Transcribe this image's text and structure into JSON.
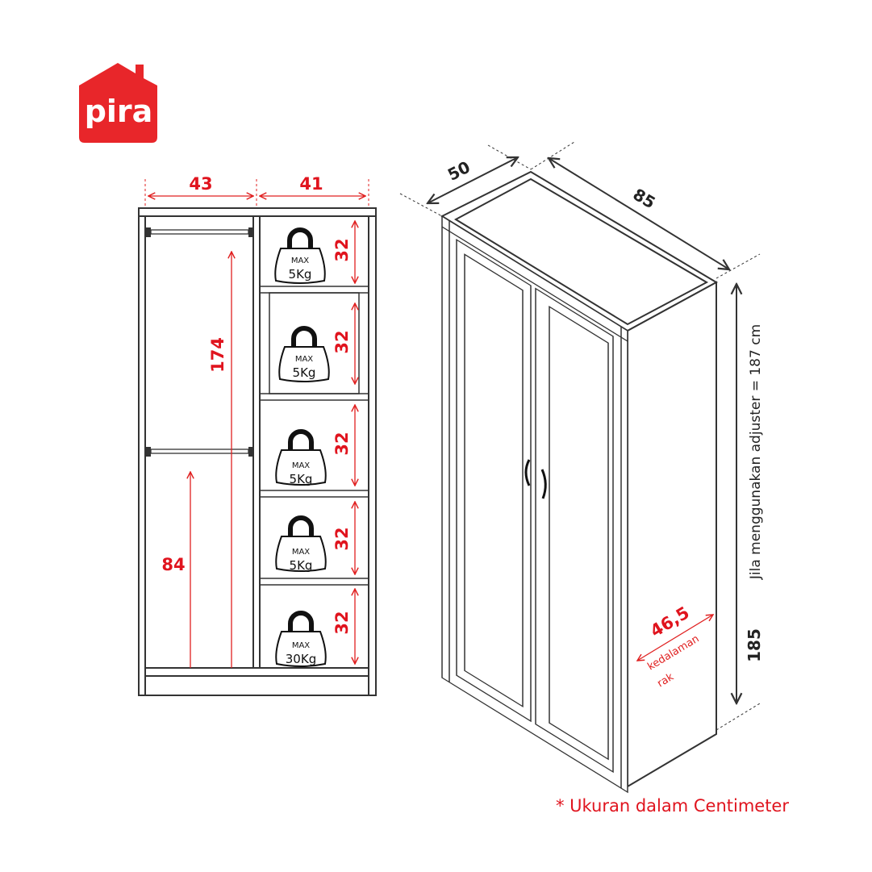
{
  "logo": {
    "text": "pira",
    "color": "#e8262a"
  },
  "front_view": {
    "width_left": "43",
    "width_right": "41",
    "hanging_height_top": "174",
    "hanging_height_bottom": "84",
    "shelves": [
      {
        "height": "32",
        "max_label": "MAX",
        "load": "5Kg"
      },
      {
        "height": "32",
        "max_label": "MAX",
        "load": "5Kg"
      },
      {
        "height": "32",
        "max_label": "MAX",
        "load": "5Kg"
      },
      {
        "height": "32",
        "max_label": "MAX",
        "load": "5Kg"
      },
      {
        "height": "32",
        "max_label": "MAX",
        "load": "30Kg"
      }
    ]
  },
  "perspective_view": {
    "depth": "50",
    "width": "85",
    "shelf_depth": "46,5",
    "shelf_depth_label_1": "kedalaman",
    "shelf_depth_label_2": "rak",
    "height": "185",
    "adjuster_note": "Jila menggunakan adjuster = 187 cm"
  },
  "footnote": "* Ukuran dalam Centimeter",
  "colors": {
    "accent": "#e0141e",
    "line": "#333333"
  }
}
